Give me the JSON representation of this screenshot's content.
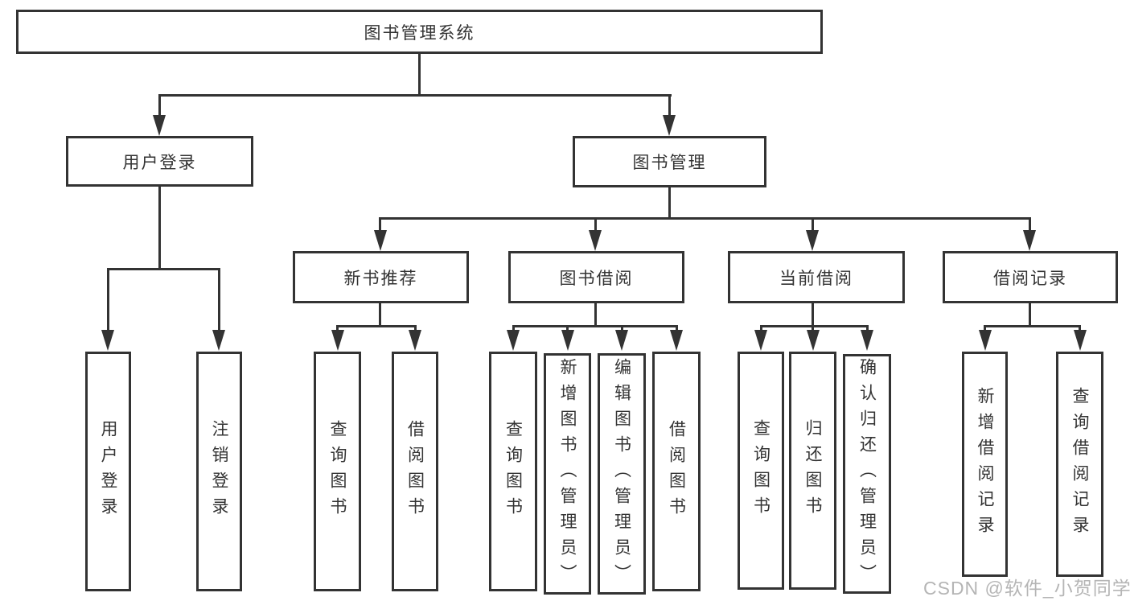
{
  "colors": {
    "line": "#333333",
    "text": "#333333",
    "watermark": "#b5b5b5",
    "background": "#ffffff"
  },
  "nodes": {
    "root": "图书管理系统",
    "login": "用户登录",
    "mgmt": "图书管理",
    "login_c1": "用户登录",
    "login_c2": "注销登录",
    "newbook": "新书推荐",
    "newbook_c1": "查询图书",
    "newbook_c2": "借阅图书",
    "borrow": "图书借阅",
    "borrow_c1": "查询图书",
    "borrow_c2": "新增图书（管理员）",
    "borrow_c3": "编辑图书（管理员）",
    "borrow_c4": "借阅图书",
    "current": "当前借阅",
    "current_c1": "查询图书",
    "current_c2": "归还图书",
    "current_c3": "确认归还（管理员）",
    "records": "借阅记录",
    "records_c1": "新增借阅记录",
    "records_c2": "查询借阅记录"
  },
  "watermark": "CSDN @软件_小贺同学"
}
